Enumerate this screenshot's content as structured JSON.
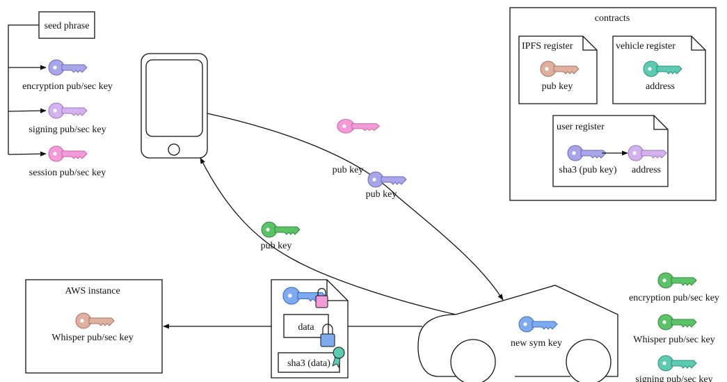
{
  "seed": {
    "seed_phrase": "seed phrase",
    "encryption_key": "encryption pub/sec key",
    "signing_key": "signing pub/sec key",
    "session_key": "session pub/sec key"
  },
  "arrows": {
    "phone_pub_key_1": "pub key",
    "phone_pub_key_2": "pub key",
    "car_pub_key": "pub key"
  },
  "contracts": {
    "title": "contracts",
    "ipfs_register": "IPFS register",
    "ipfs_pub_key": "pub key",
    "vehicle_register": "vehicle register",
    "vehicle_address": "address",
    "user_register": "user register",
    "user_sha3": "sha3 (pub key)",
    "user_address": "address"
  },
  "aws": {
    "title": "AWS instance",
    "whisper_key": "Whisper pub/sec key"
  },
  "doc": {
    "data": "data",
    "sha3": "sha3 (data)"
  },
  "car": {
    "sym_key": "new sym key"
  },
  "car_keys": {
    "encryption": "encryption pub/sec key",
    "whisper": "Whisper pub/sec key",
    "signing": "signing pub/sec key"
  },
  "colors": {
    "purple": "#a9a6e8",
    "lavender": "#d3b2ee",
    "pink": "#f39ad8",
    "tan": "#dfb09f",
    "teal": "#5dcbb2",
    "green": "#5cc267",
    "blue": "#7eaaf0"
  }
}
